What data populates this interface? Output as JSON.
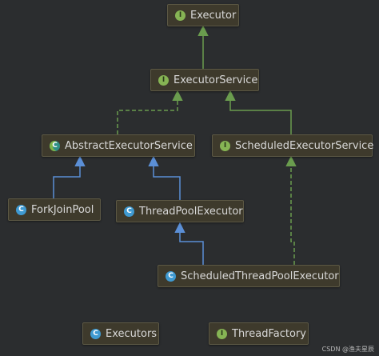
{
  "diagram": {
    "colors": {
      "background": "#2b2d2f",
      "node_fill": "#3e3a2c",
      "interface_edge": "#6a9c4e",
      "class_edge": "#5b8fd6",
      "label_text": "#d8d8d8"
    },
    "nodes": {
      "executor": {
        "label": "Executor",
        "kind": "interface",
        "icon": "I"
      },
      "executor_service": {
        "label": "ExecutorService",
        "kind": "interface",
        "icon": "I"
      },
      "abstract_executor_service": {
        "label": "AbstractExecutorService",
        "kind": "abstract-class",
        "icon": "C"
      },
      "scheduled_executor_service": {
        "label": "ScheduledExecutorService",
        "kind": "interface",
        "icon": "I"
      },
      "fork_join_pool": {
        "label": "ForkJoinPool",
        "kind": "class",
        "icon": "C"
      },
      "thread_pool_executor": {
        "label": "ThreadPoolExecutor",
        "kind": "class",
        "icon": "C"
      },
      "scheduled_thread_pool_executor": {
        "label": "ScheduledThreadPoolExecutor",
        "kind": "class",
        "icon": "C"
      },
      "executors": {
        "label": "Executors",
        "kind": "class",
        "icon": "C"
      },
      "thread_factory": {
        "label": "ThreadFactory",
        "kind": "interface",
        "icon": "I"
      }
    },
    "edges": [
      {
        "from": "executor_service",
        "to": "executor",
        "relation": "extends",
        "style": "solid"
      },
      {
        "from": "abstract_executor_service",
        "to": "executor_service",
        "relation": "implements",
        "style": "dashed"
      },
      {
        "from": "scheduled_executor_service",
        "to": "executor_service",
        "relation": "extends",
        "style": "solid"
      },
      {
        "from": "fork_join_pool",
        "to": "abstract_executor_service",
        "relation": "extends",
        "style": "solid"
      },
      {
        "from": "thread_pool_executor",
        "to": "abstract_executor_service",
        "relation": "extends",
        "style": "solid"
      },
      {
        "from": "scheduled_thread_pool_executor",
        "to": "thread_pool_executor",
        "relation": "extends",
        "style": "solid"
      },
      {
        "from": "scheduled_thread_pool_executor",
        "to": "scheduled_executor_service",
        "relation": "implements",
        "style": "dashed"
      }
    ]
  },
  "watermark": "CSDN @渔夫星辰"
}
